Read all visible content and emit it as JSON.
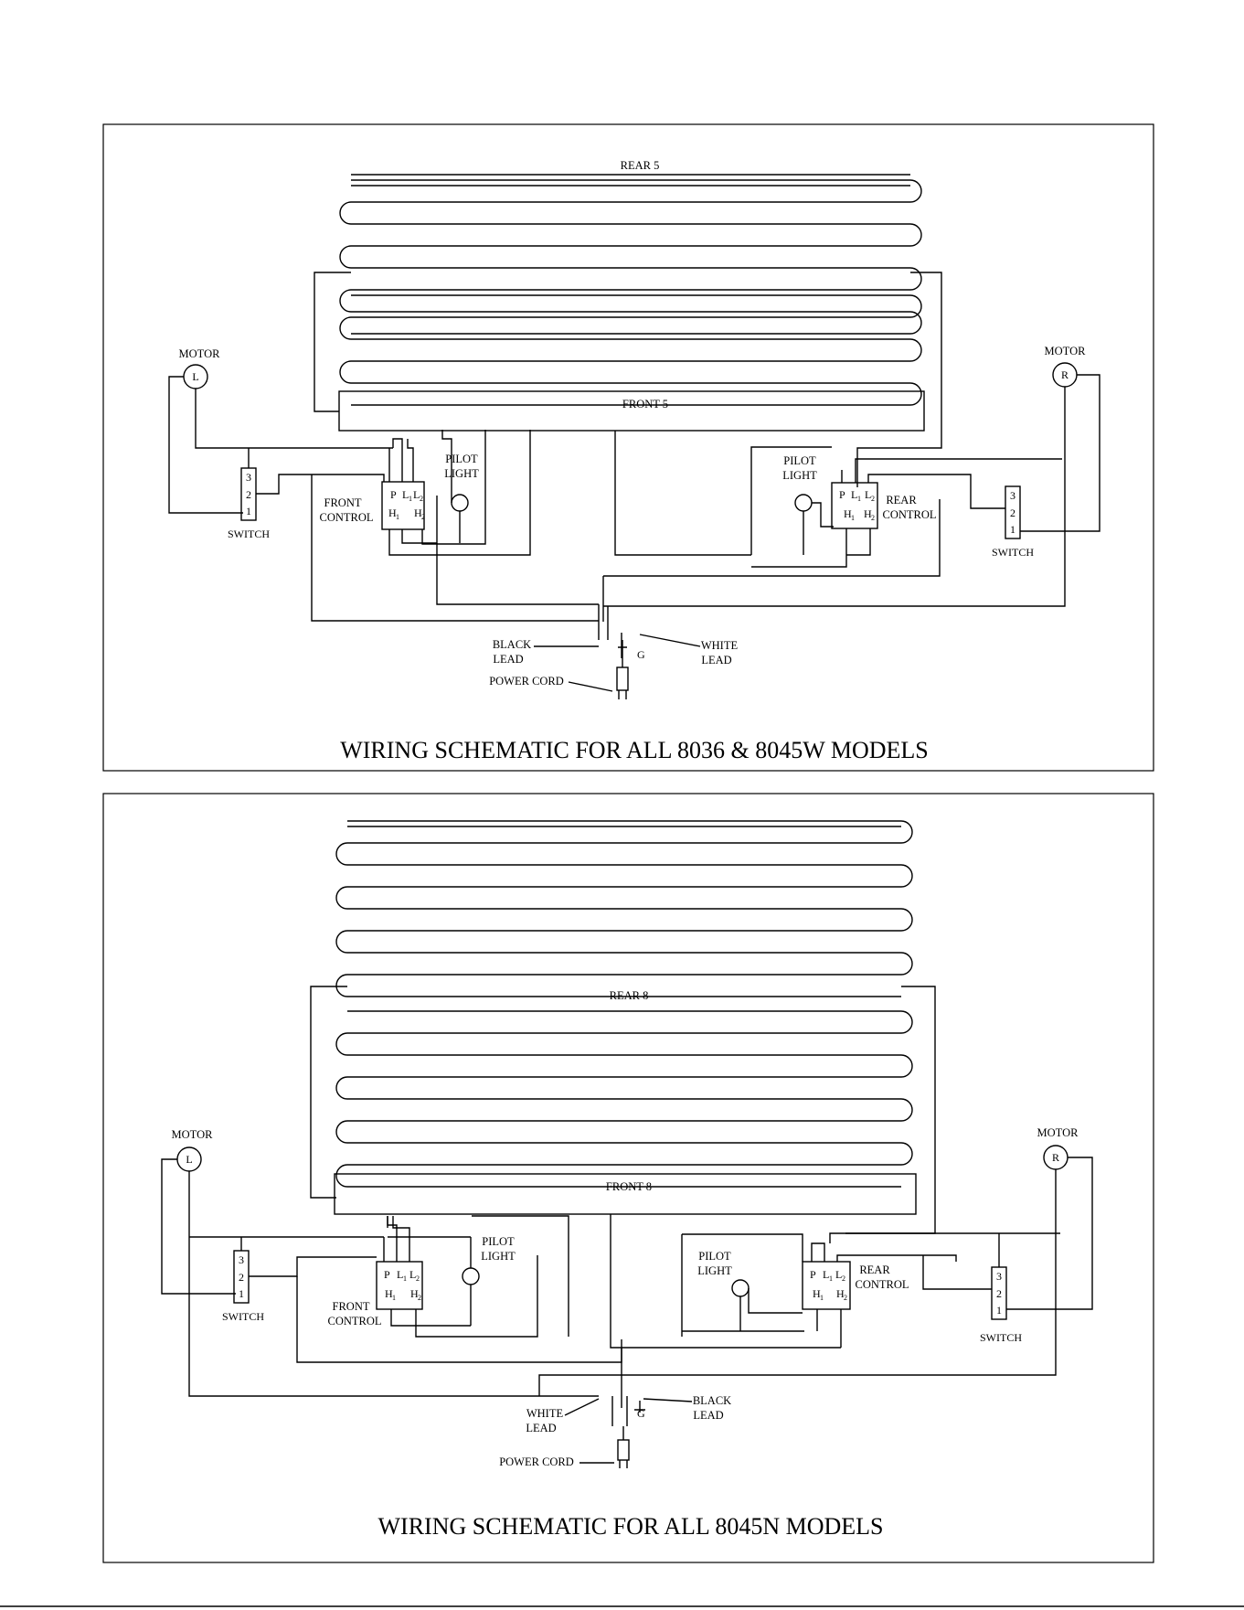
{
  "diagrams": [
    {
      "title": "WIRING SCHEMATIC FOR ALL 8036 & 8045W MODELS",
      "rear_element": "REAR 5",
      "front_element": "FRONT 5",
      "motor_left": {
        "label": "MOTOR",
        "letter": "L"
      },
      "motor_right": {
        "label": "MOTOR",
        "letter": "R"
      },
      "switch_label": "SWITCH",
      "switch_terminals": [
        "3",
        "2",
        "1"
      ],
      "front_control": [
        "FRONT",
        "CONTROL"
      ],
      "rear_control": [
        "REAR",
        "CONTROL"
      ],
      "pilot_light": [
        "PILOT",
        "LIGHT"
      ],
      "terminal_p": "P",
      "terminal_l": "L",
      "terminal_h": "H",
      "sub1": "1",
      "sub2": "2",
      "black_lead": [
        "BLACK",
        "LEAD"
      ],
      "white_lead": [
        "WHITE",
        "LEAD"
      ],
      "ground": "G",
      "power_cord": "POWER CORD"
    },
    {
      "title": "WIRING SCHEMATIC FOR ALL 8045N MODELS",
      "rear_element": "REAR 8",
      "front_element": "FRONT 8",
      "motor_left": {
        "label": "MOTOR",
        "letter": "L"
      },
      "motor_right": {
        "label": "MOTOR",
        "letter": "R"
      },
      "switch_label": "SWITCH",
      "switch_terminals": [
        "3",
        "2",
        "1"
      ],
      "front_control": [
        "FRONT",
        "CONTROL"
      ],
      "rear_control": [
        "REAR",
        "CONTROL"
      ],
      "pilot_light": [
        "PILOT",
        "LIGHT"
      ],
      "terminal_p": "P",
      "terminal_l": "L",
      "terminal_h": "H",
      "sub1": "1",
      "sub2": "2",
      "white_lead": [
        "WHITE",
        "LEAD"
      ],
      "black_lead": [
        "BLACK",
        "LEAD"
      ],
      "ground": "G",
      "power_cord": "POWER CORD"
    }
  ]
}
